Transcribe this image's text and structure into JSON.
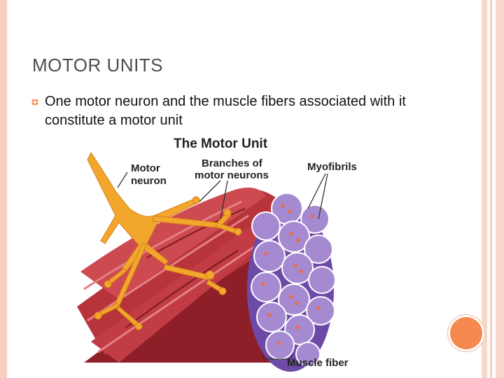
{
  "slide": {
    "title": "MOTOR UNITS",
    "bullet": "One motor neuron and the muscle fibers associated with it constitute a motor unit"
  },
  "diagram": {
    "heading": "The Motor Unit",
    "label_motor_neuron_1": "Motor",
    "label_motor_neuron_2": "neuron",
    "label_branches_1": "Branches of",
    "label_branches_2": "motor neurons",
    "label_myofibrils": "Myofibrils",
    "label_muscle_fiber": "Muscle fiber"
  },
  "colors": {
    "accent": "#f5894f",
    "border": "#f6cfc0",
    "muscle": "#b8343b",
    "neuron": "#f3a62c",
    "myofibril": "#a58ad2"
  }
}
